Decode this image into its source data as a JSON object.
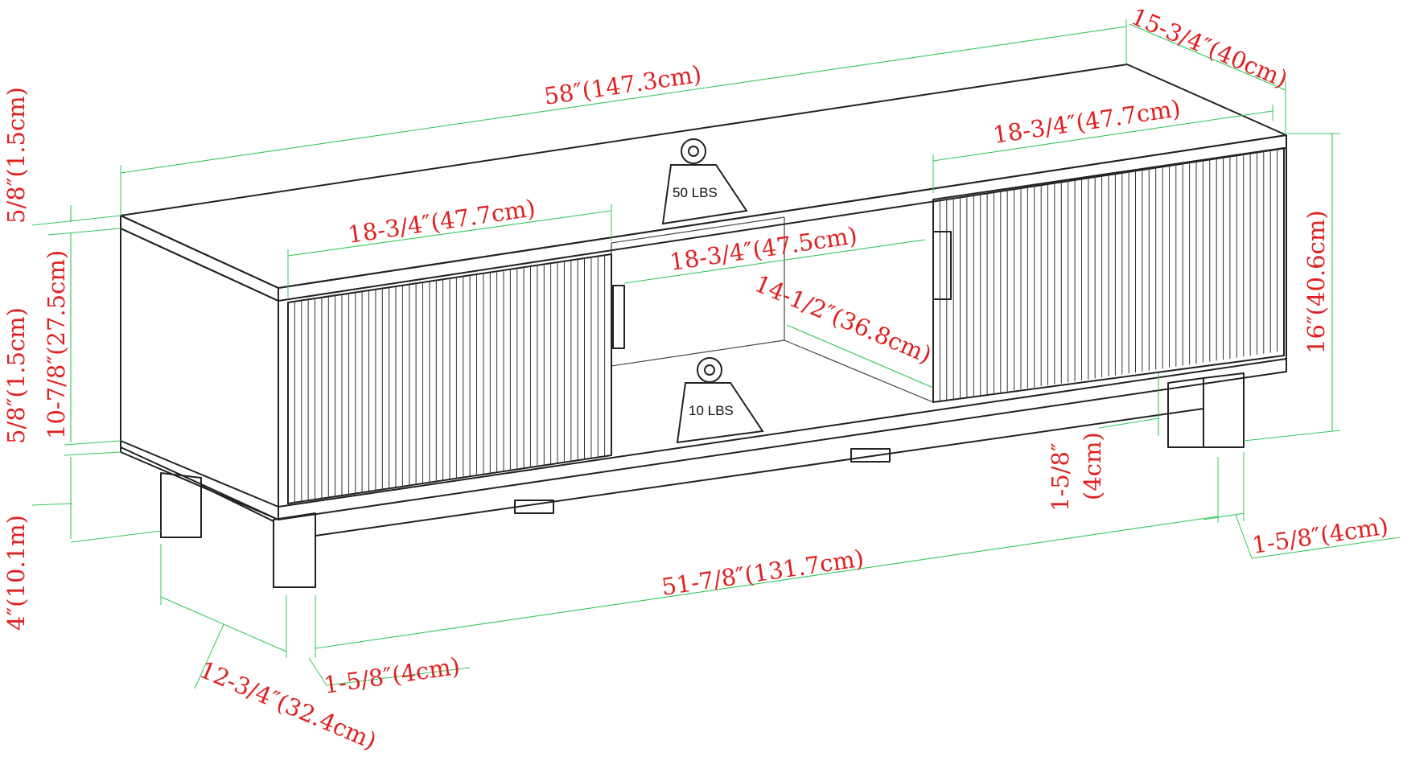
{
  "colors": {
    "outline": "#222222",
    "dimension_line": "#34c759",
    "dimension_text": "#e02020",
    "background": "#ffffff"
  },
  "weights": {
    "top_label": "50 LBS",
    "shelf_label": "10 LBS"
  },
  "dimensions": {
    "overall_width": "58″(147.3cm)",
    "overall_depth": "15-3/4″(40cm)",
    "right_door_width": "18-3/4″(47.7cm)",
    "left_door_width": "18-3/4″(47.7cm)",
    "center_opening_width": "18-3/4″(47.5cm)",
    "shelf_depth": "14-1/2″(36.8cm)",
    "overall_height": "16″(40.6cm)",
    "top_thickness": "5/8″(1.5cm)",
    "cabinet_height": "10-7/8″(27.5cm)",
    "bottom_thickness": "5/8″(1.5cm)",
    "leg_height": "4″(10.1m)",
    "leg_span_width": "51-7/8″(131.7cm)",
    "leg_span_depth": "12-3/4″(32.4cm)",
    "front_leg_width": "1-5/8″(4cm)",
    "right_leg_width": "1-5/8″(4cm)",
    "leg_inset": "1-5/8″",
    "leg_inset_cm": "(4cm)"
  }
}
